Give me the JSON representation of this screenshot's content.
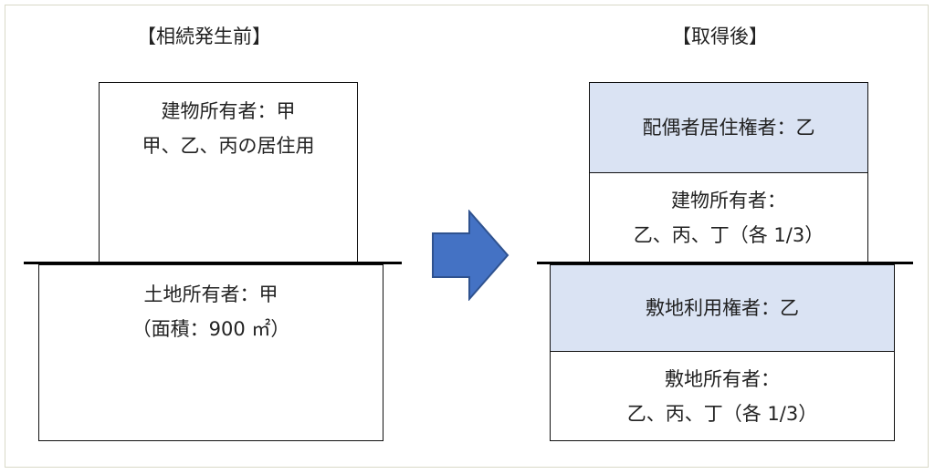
{
  "before": {
    "heading": "【相続発生前】",
    "building": {
      "line1": "建物所有者：甲",
      "line2": "甲、乙、丙の居住用"
    },
    "land": {
      "line1": "土地所有者：甲",
      "line2": "（面積：900 ㎡）"
    }
  },
  "after": {
    "heading": "【取得後】",
    "spouse_residence_right": "配偶者居住権者：乙",
    "building_owner": {
      "line1": "建物所有者：",
      "line2": "乙、丙、丁（各 1/3）"
    },
    "site_use_right": "敷地利用権者：乙",
    "site_owner": {
      "line1": "敷地所有者：",
      "line2": "乙、丙、丁（各 1/3）"
    }
  },
  "colors": {
    "shaded_fill": "#dae3f3",
    "arrow_fill": "#4472c4",
    "arrow_stroke": "#2f528f"
  },
  "arrow_icon": "right-arrow-icon"
}
